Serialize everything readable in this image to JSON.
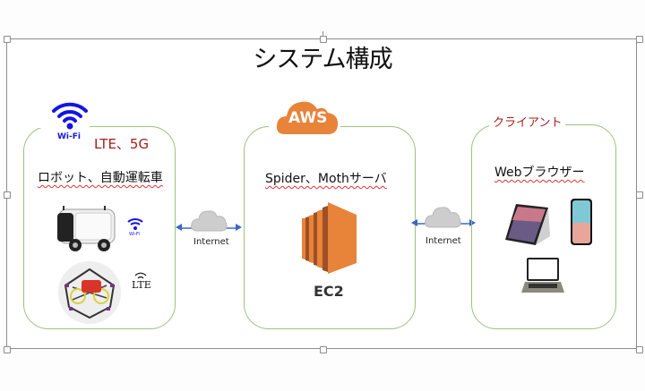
{
  "title": "システム構成",
  "left_panel": {
    "wifi_label": "Wi-Fi",
    "network_label": "LTE、5G",
    "heading": "ロボット、自動運転車",
    "robot_wifi_label": "Wi-Fi",
    "drone_network_label": "LTE"
  },
  "connectors": [
    {
      "label": "Internet"
    },
    {
      "label": "Internet"
    }
  ],
  "center_panel": {
    "badge": "AWS",
    "heading": "Spider、Mothサーバ",
    "service_label": "EC2"
  },
  "right_panel": {
    "badge": "クライアント",
    "heading": "Webブラウザー"
  },
  "colors": {
    "panel_border": "#9cc37a",
    "aws_orange": "#e8833a",
    "accent_red": "#a51d1d",
    "wifi_blue": "#1414e6",
    "arrow_blue": "#3a64c8"
  }
}
